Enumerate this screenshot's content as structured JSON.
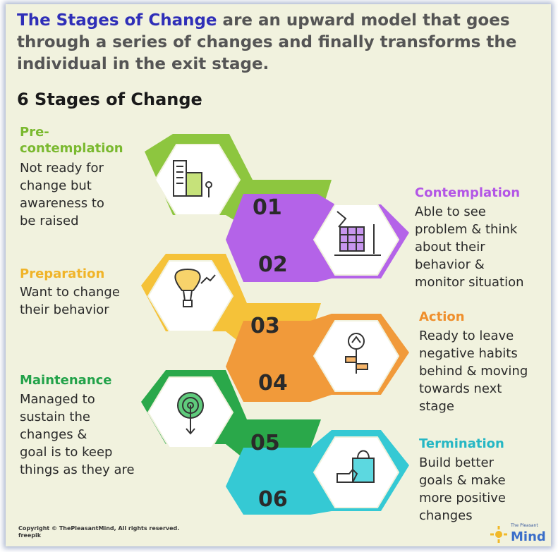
{
  "intro": {
    "highlight": "The Stages of Change",
    "rest": " are an upward model that goes through a series of changes and finally transforms the individual in the exit stage."
  },
  "heading": "6 Stages of Change",
  "stages": [
    {
      "number": "01",
      "title": "Pre-",
      "title2": "contemplation",
      "description": [
        "Not ready for",
        "change but",
        "awareness to",
        "be raised"
      ],
      "color": "#8dc63f",
      "icon": "building-person-icon"
    },
    {
      "number": "02",
      "title": "Contemplation",
      "description": [
        "Able to see",
        "problem & think",
        "about their",
        "behavior &",
        "monitor situation"
      ],
      "color": "#b463e8",
      "icon": "desk-lamp-grid-icon"
    },
    {
      "number": "03",
      "title": "Preparation",
      "description": [
        "Want to change",
        "their behavior"
      ],
      "color": "#f5c239",
      "icon": "hot-air-balloon-icon"
    },
    {
      "number": "04",
      "title": "Action",
      "description": [
        "Ready to leave",
        "negative habits",
        "behind & moving",
        "towards next",
        "stage"
      ],
      "color": "#f19a3a",
      "icon": "signpost-compass-icon"
    },
    {
      "number": "05",
      "title": "Maintenance",
      "description": [
        "Managed to",
        "sustain the",
        "changes &",
        "goal is to keep",
        "things as they are"
      ],
      "color": "#2aa84a",
      "icon": "target-arrow-icon"
    },
    {
      "number": "06",
      "title": "Termination",
      "description": [
        "Build better",
        "goals & make",
        "more positive",
        "changes"
      ],
      "color": "#35c9d4",
      "icon": "shopping-bag-hand-icon"
    }
  ],
  "footer": {
    "copyright": "Copyright © ThePleasantMind, All rights reserved.",
    "credit": "freepik"
  },
  "brand": {
    "small": "The Pleasant",
    "name": "Mind"
  }
}
